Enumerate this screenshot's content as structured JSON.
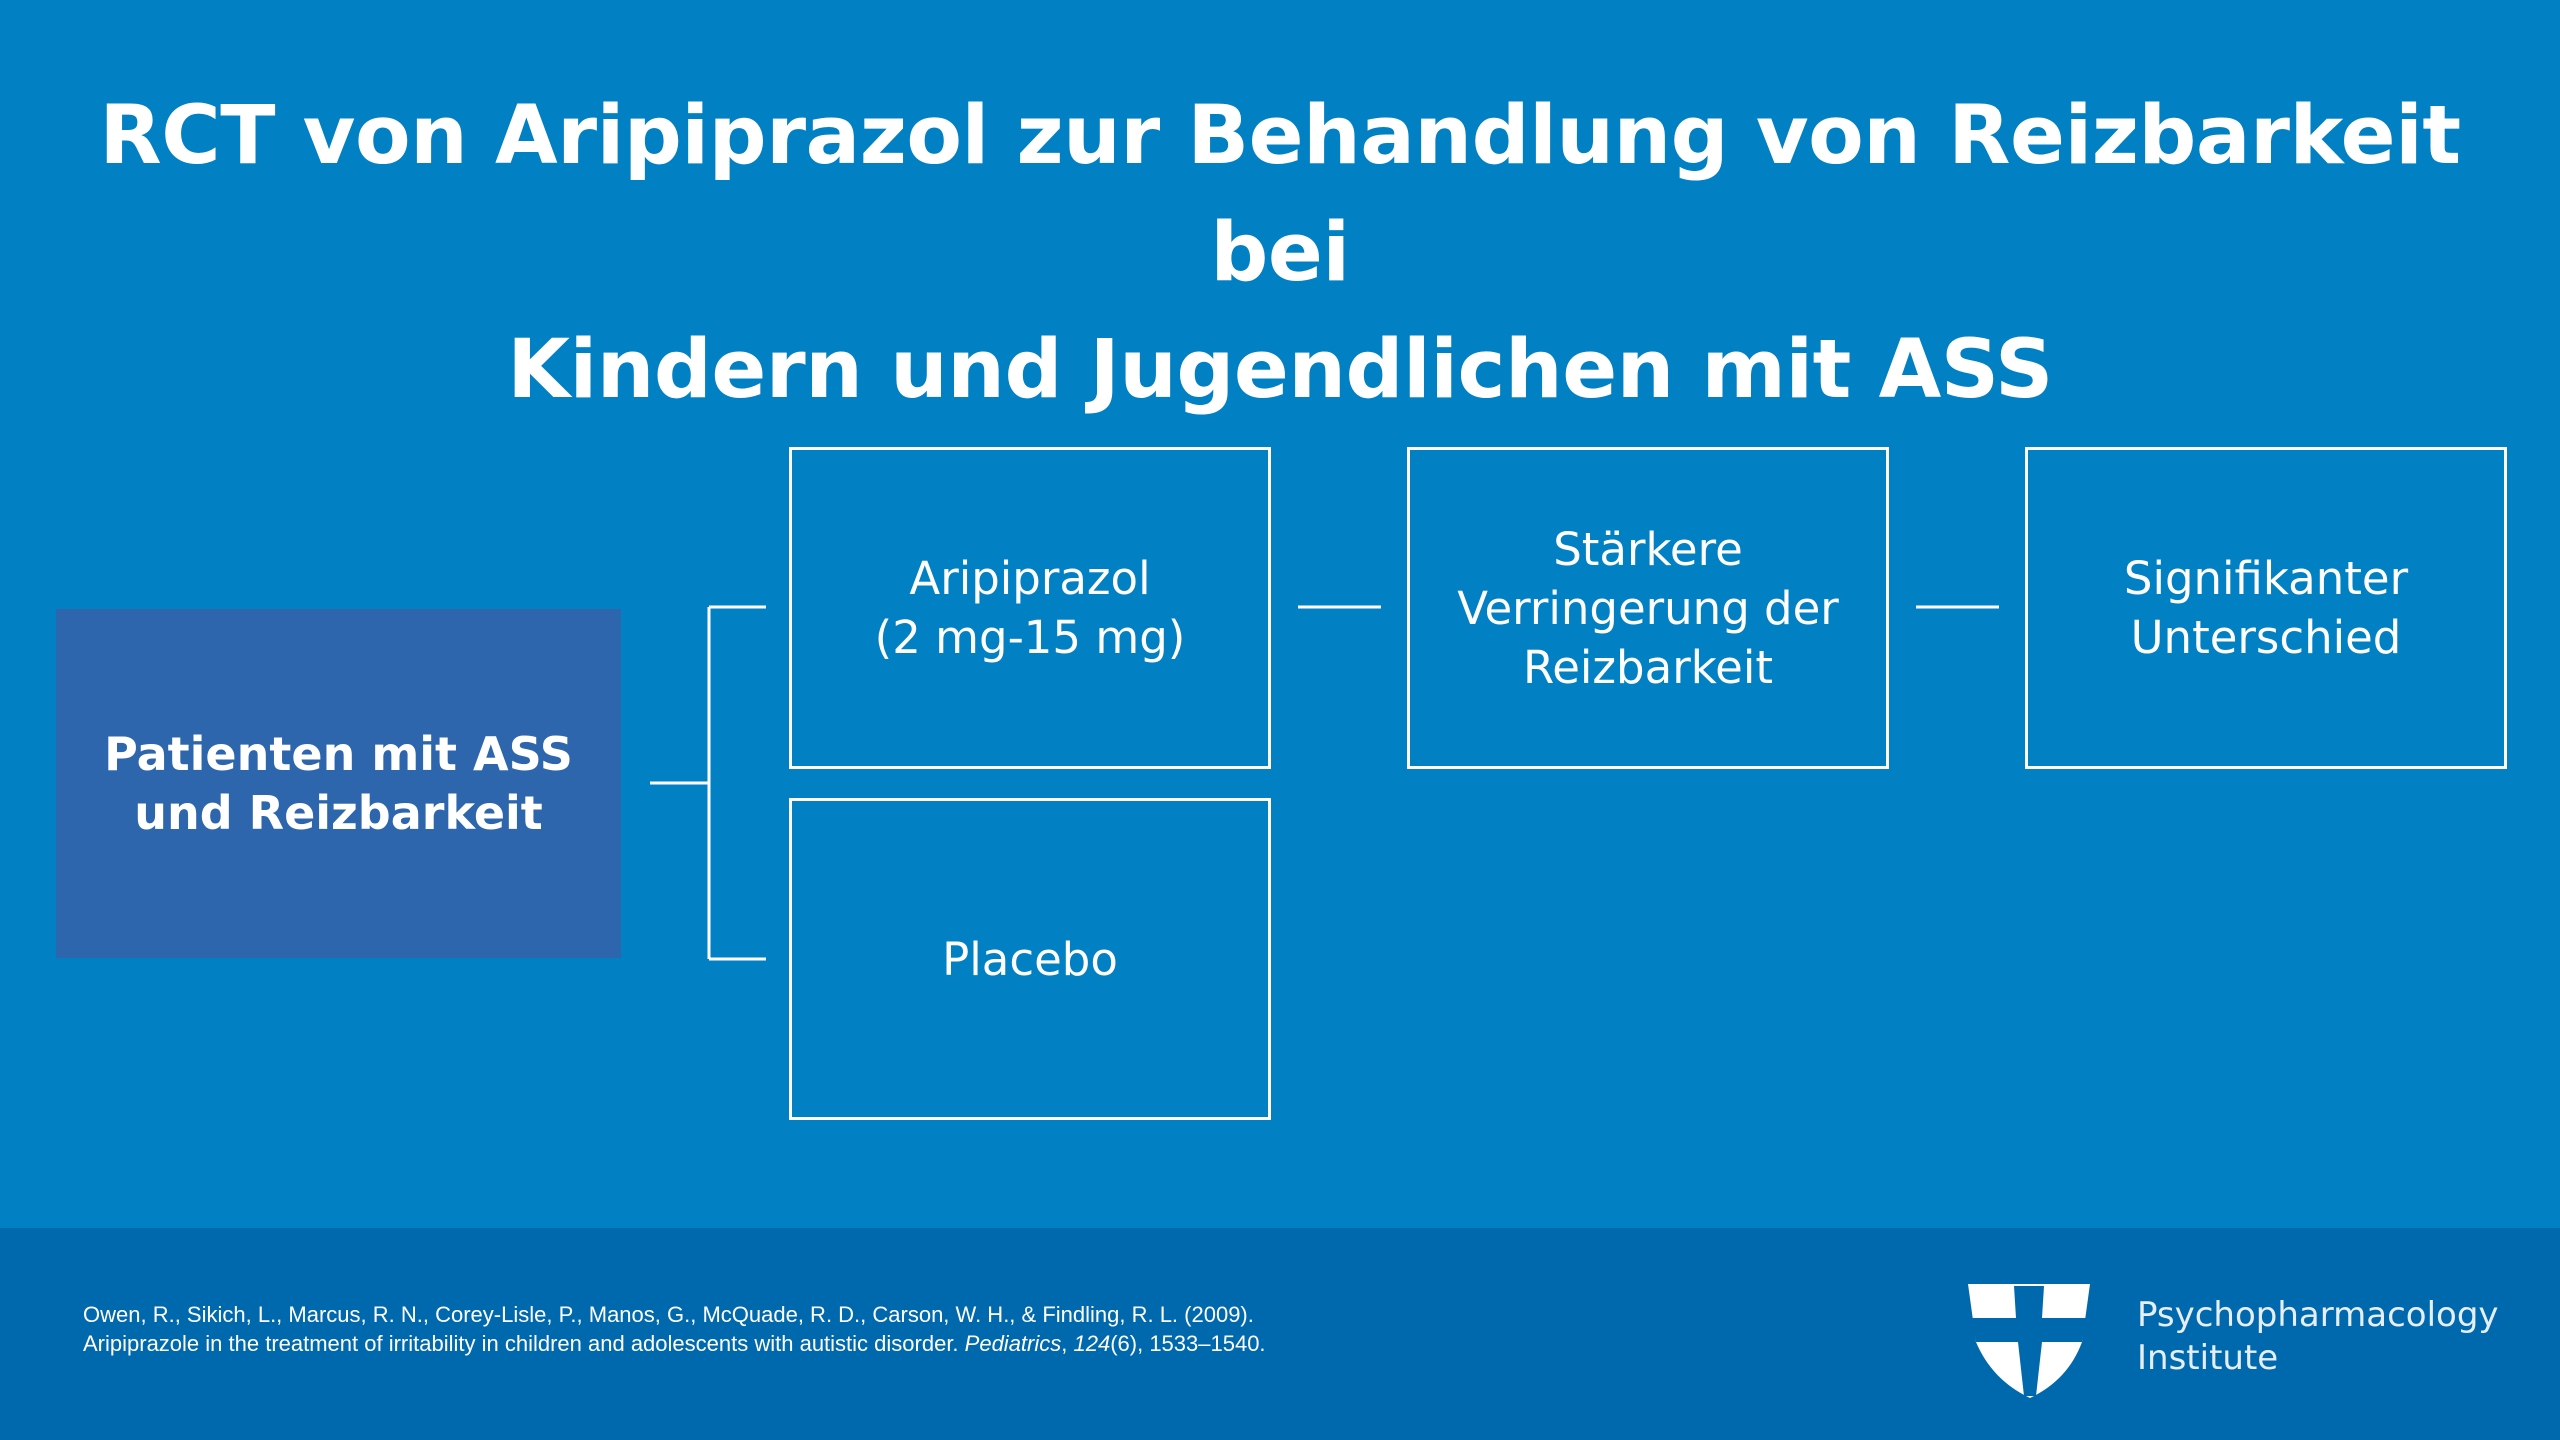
{
  "title": {
    "line1": "RCT von Aripiprazol zur Behandlung von Reizbarkeit bei",
    "line2": "Kindern und Jugendlichen mit ASS"
  },
  "diagram": {
    "patients": "Patienten mit ASS\nund Reizbarkeit",
    "aripiprazole": "Aripiprazol\n(2 mg-15 mg)",
    "placebo": "Placebo",
    "outcome": "Stärkere\nVerringerung der\nReizbarkeit",
    "result": "Signifikanter\nUnterschied"
  },
  "footer": {
    "citation_line1": "Owen, R., Sikich, L., Marcus, R. N., Corey-Lisle, P., Manos, G., McQuade, R. D., Carson, W. H., & Findling, R. L. (2009).",
    "citation_line2_pre": "Aripiprazole in the treatment of irritability in children and adolescents with autistic disorder. ",
    "citation_journal": "Pediatrics",
    "citation_sep": ", ",
    "citation_volume": "124",
    "citation_rest": "(6), 1533–1540.",
    "logo_line1": "Psychopharmacology",
    "logo_line2": "Institute"
  },
  "colors": {
    "background": "#0180c4",
    "patient_box": "#2e66ad",
    "footer": "#0069ae"
  }
}
